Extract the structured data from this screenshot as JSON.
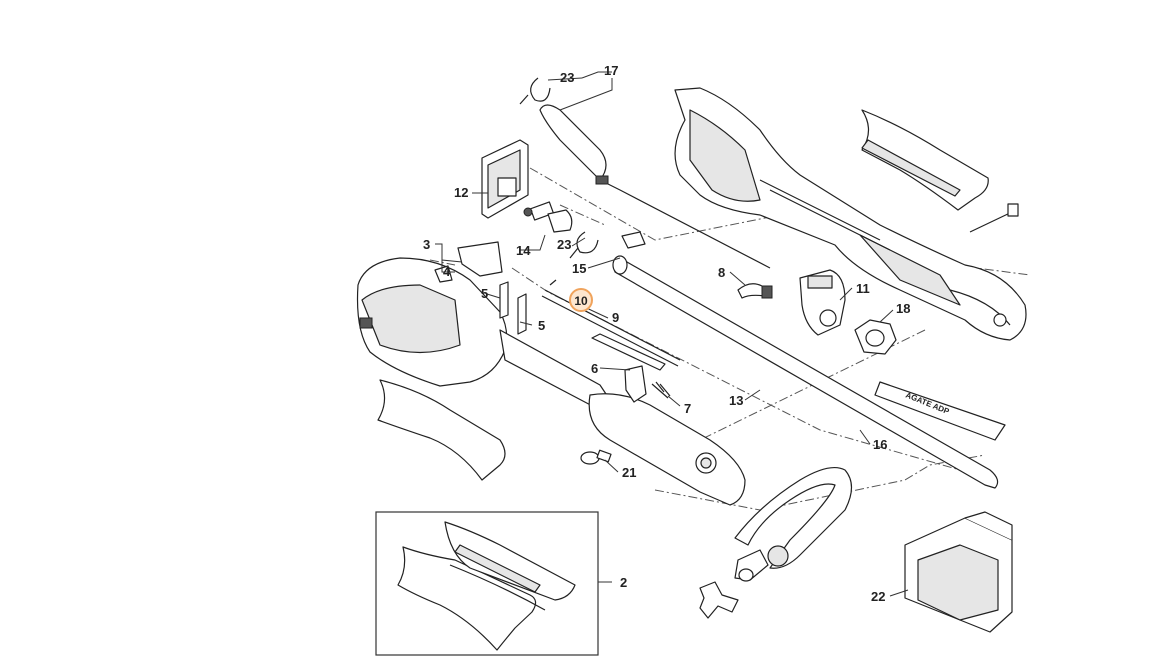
{
  "diagram": {
    "callouts": {
      "c2": "2",
      "c3": "3",
      "c4": "4",
      "c5a": "5",
      "c5b": "5",
      "c6": "6",
      "c7": "7",
      "c8": "8",
      "c9": "9",
      "c10": "10",
      "c11": "11",
      "c12": "12",
      "c13": "13",
      "c14": "14",
      "c15": "15",
      "c16": "16",
      "c17": "17",
      "c18": "18",
      "c21": "21",
      "c22": "22",
      "c23a": "23",
      "c23b": "23"
    },
    "highlight_color": "#f0a35c",
    "rod_lettering": "AGATE ADP"
  }
}
